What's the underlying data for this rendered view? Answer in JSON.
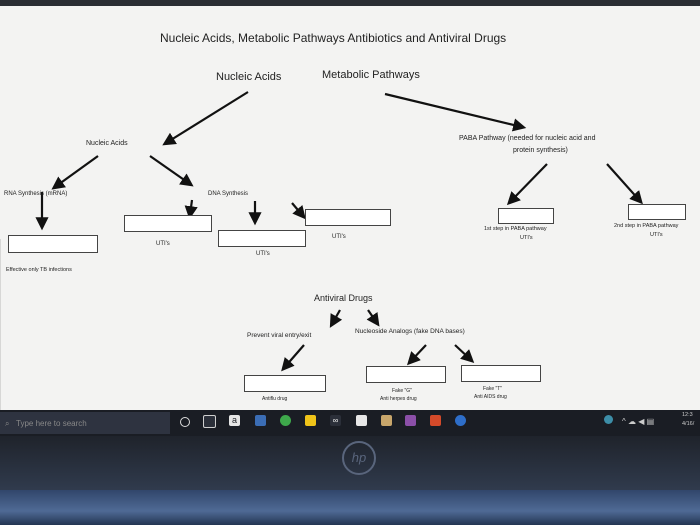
{
  "document": {
    "title": "Nucleic Acids, Metabolic Pathways Antibiotics and Antiviral Drugs",
    "heading_nucleic": "Nucleic Acids",
    "heading_metabolic": "Metabolic Pathways",
    "nucleic_acids": "Nucleic Acids",
    "paba_line1": "PABA Pathway (needed for nucleic acid and",
    "paba_line2": "protein synthesis)",
    "rna_synthesis": "RNA Synthesis (mRNA)",
    "dna_synthesis": "DNA Synthesis",
    "effective_tb": "Effective only TB infections",
    "utis_1": "UTI's",
    "utis_2": "UTI's",
    "utis_3": "UTI's",
    "paba_step1": "1st step in PABA pathway",
    "paba_step1_utis": "UTI's",
    "paba_step2": "2nd step in PABA pathway",
    "paba_step2_utis": "UTI's",
    "antiviral_drugs": "Antiviral Drugs",
    "prevent_viral": "Prevent viral entry/exit",
    "nucleoside_analogs": "Nucleoside Analogs (fake DNA bases)",
    "antiflu": "Antiflu drug",
    "fake_g": "Fake \"G\"",
    "anti_herpes": "Anti herpes drug",
    "fake_t": "Fake \"T\"",
    "anti_aids": "Anti AIDS drug"
  },
  "taskbar": {
    "search_placeholder": "Type here to search",
    "time": "12:3",
    "date": "4/16/"
  },
  "icons": [
    "windows-search-icon",
    "task-view-icon",
    "edge-icon",
    "file-explorer-icon",
    "store-icon",
    "mail-icon",
    "chrome-icon",
    "onenote-icon",
    "office-icon",
    "firefox-icon"
  ],
  "colors": {
    "screen": "#f3f3f2",
    "taskbar": "#1a1d24",
    "ink": "#222222"
  }
}
